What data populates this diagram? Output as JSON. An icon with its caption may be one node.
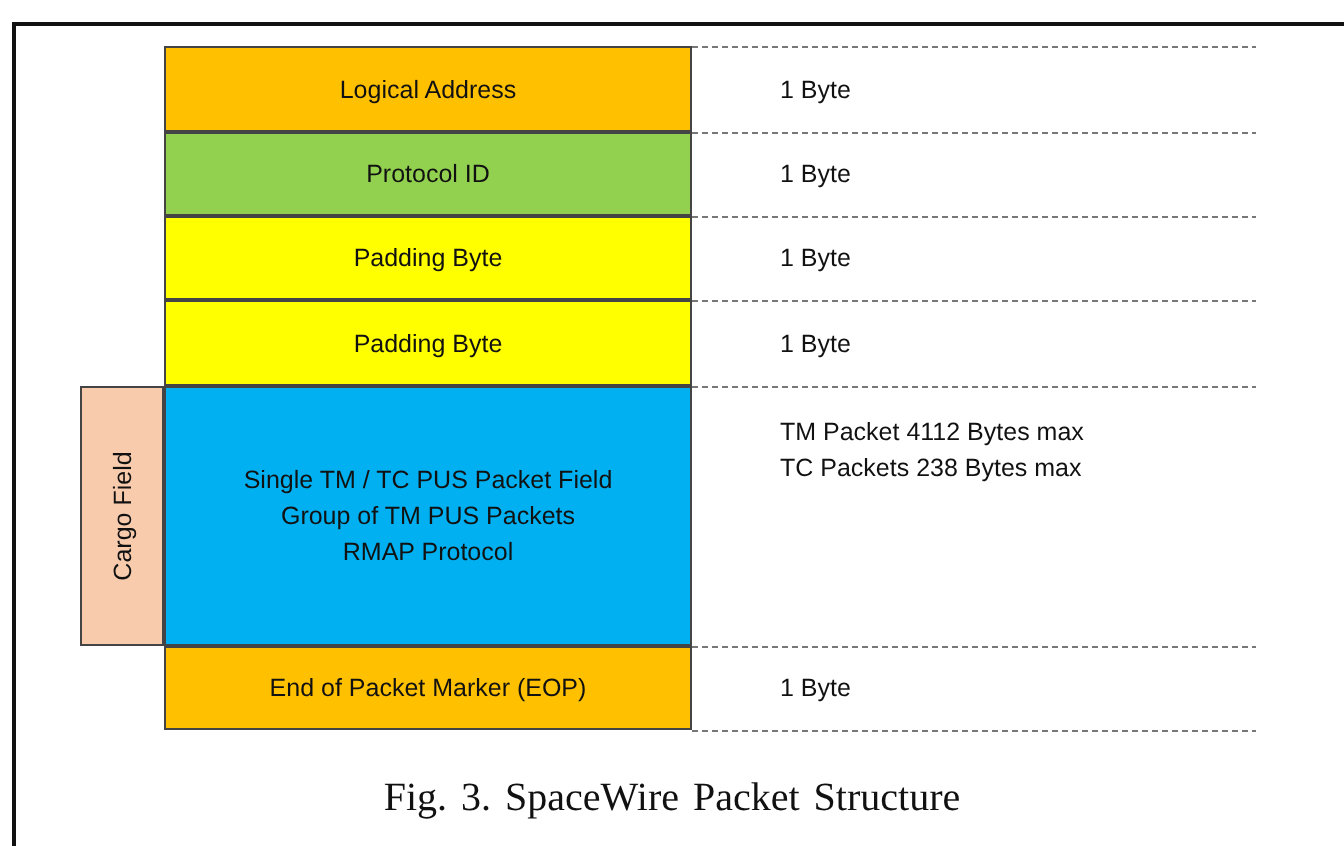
{
  "diagram": {
    "caption": "Fig. 3. SpaceWire Packet Structure",
    "nodes": [
      {
        "text": [
          "Logical Address"
        ],
        "beside": [
          "1 Byte"
        ]
      },
      {
        "text": [
          "Protocol ID"
        ],
        "beside": [
          "1 Byte"
        ]
      },
      {
        "text": [
          "Padding Byte"
        ],
        "beside": [
          "1 Byte"
        ]
      },
      {
        "text": [
          "Padding Byte"
        ],
        "beside": [
          "1 Byte"
        ]
      },
      {
        "text": [
          "Cargo Field"
        ]
      },
      {
        "text": [
          "Single TM / TC PUS Packet Field",
          "Group of TM PUS Packets",
          "RMAP Protocol"
        ],
        "beside": [
          "TM Packet 4112 Bytes max",
          "TC Packets 238 Bytes max"
        ]
      },
      {
        "text": [
          "End of Packet Marker (EOP)"
        ],
        "beside": [
          "1 Byte"
        ]
      }
    ]
  }
}
